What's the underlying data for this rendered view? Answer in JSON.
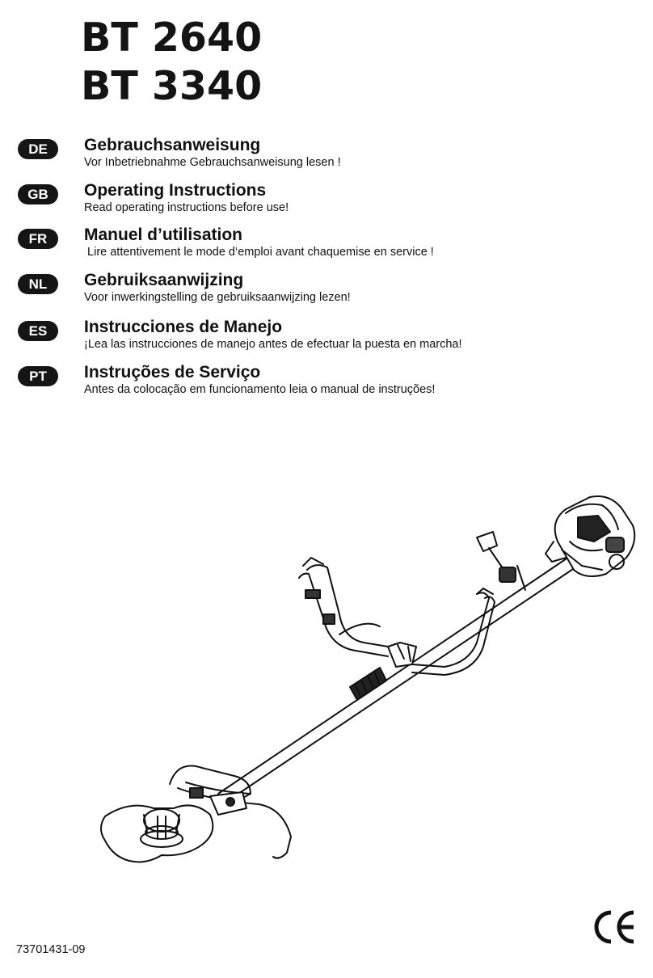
{
  "models": [
    "BT 2640",
    "BT 3340"
  ],
  "languages": [
    {
      "code": "DE",
      "title": "Gebrauchsanweisung",
      "subtitle": "Vor Inbetriebnahme Gebrauchsanweisung lesen !"
    },
    {
      "code": "GB",
      "title": "Operating Instructions",
      "subtitle": "Read operating instructions before use!"
    },
    {
      "code": "FR",
      "title": "Manuel d’utilisation",
      "subtitle": " Lire attentivement le mode d‘emploi avant chaquemise en service !"
    },
    {
      "code": "NL",
      "title": "Gebruiksaanwijzing",
      "subtitle": "Voor inwerkingstelling de gebruiksaanwijzing lezen!"
    },
    {
      "code": "ES",
      "title": "Instrucciones de Manejo",
      "subtitle": "¡Lea las instrucciones de manejo antes de efectuar la puesta en marcha!"
    },
    {
      "code": "PT",
      "title": "Instruções de Serviço",
      "subtitle": "Antes da colocação em funcionamento leia o manual de instruções!"
    }
  ],
  "illustration": {
    "icon": "brush-cutter-illustration"
  },
  "ce_mark": {
    "icon": "ce-mark-icon",
    "text": "CE"
  },
  "document_number": "73701431-09"
}
